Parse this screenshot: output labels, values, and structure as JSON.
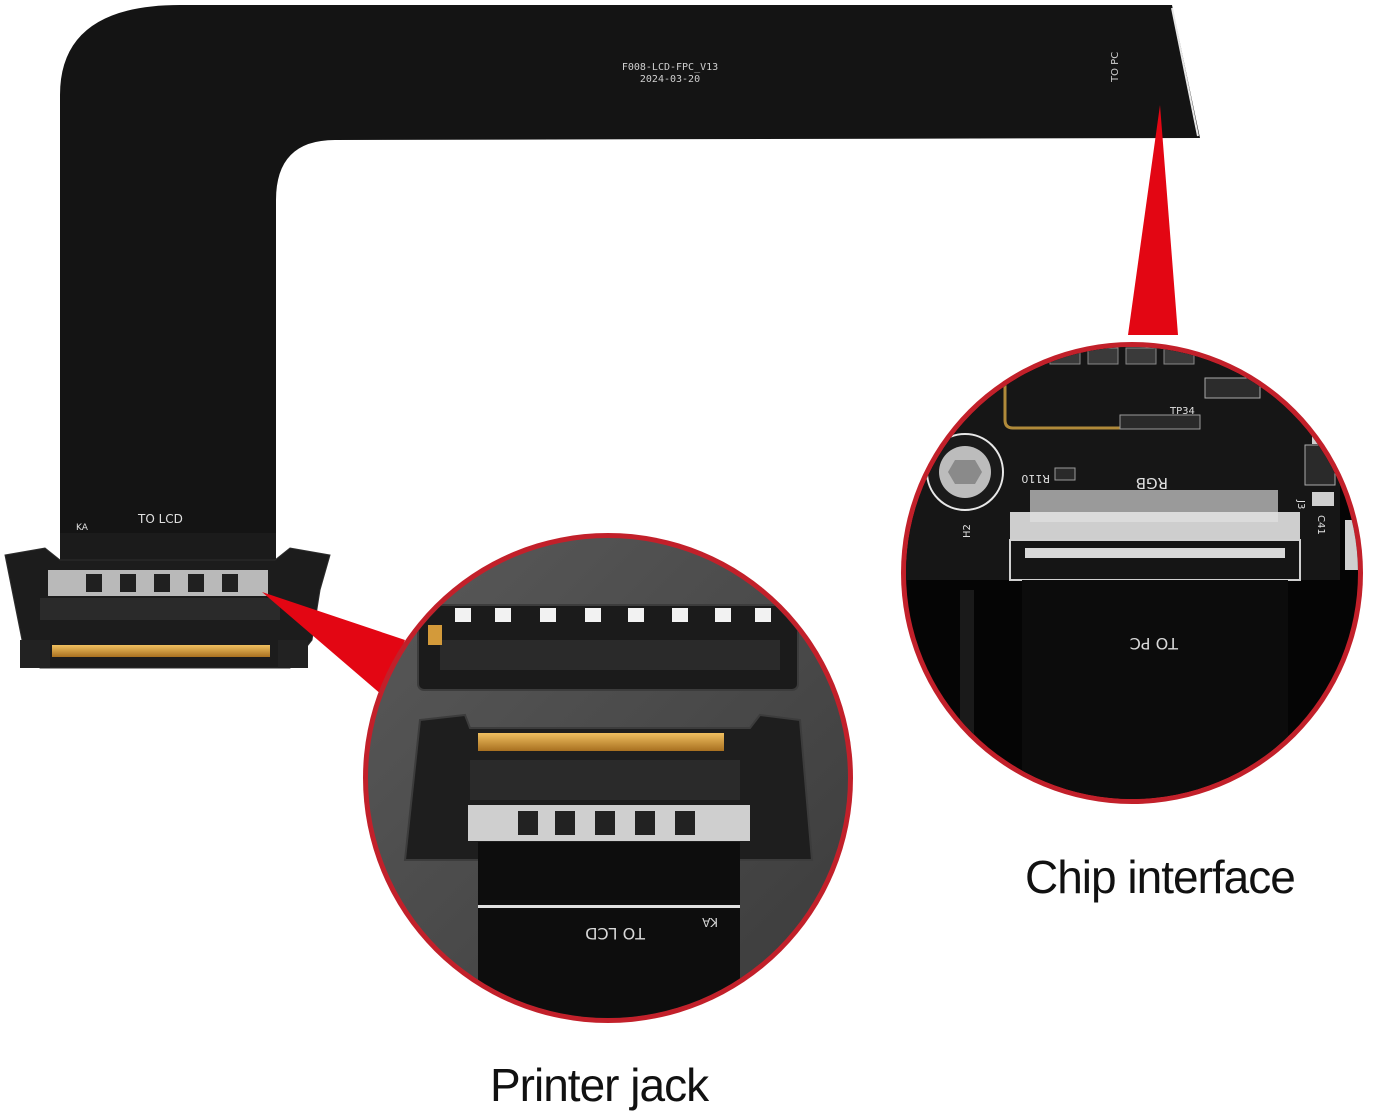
{
  "cable": {
    "model_text": "F008-LCD-FPC_V13",
    "date_text": "2024-03-20",
    "to_pc_text": "TO PC",
    "to_lcd_text": "TO LCD",
    "ka_text": "KA"
  },
  "chip_zoom": {
    "rgb_label": "RGB",
    "j3_label": "J3",
    "r110_label": "R110",
    "tp34_label": "TP34",
    "h2_label": "H2",
    "c41_label": "C41",
    "cable_label": "TO PC"
  },
  "printer_zoom": {
    "cable_label": "TO LCD",
    "ka_label": "KA"
  },
  "captions": {
    "chip_interface": "Chip interface",
    "printer_jack": "Printer jack"
  },
  "colors": {
    "pointer": "#e30613",
    "cable": "#141414",
    "circle_border": "#c2202a",
    "pcb": "#161616",
    "gold": "#d39a3a"
  }
}
